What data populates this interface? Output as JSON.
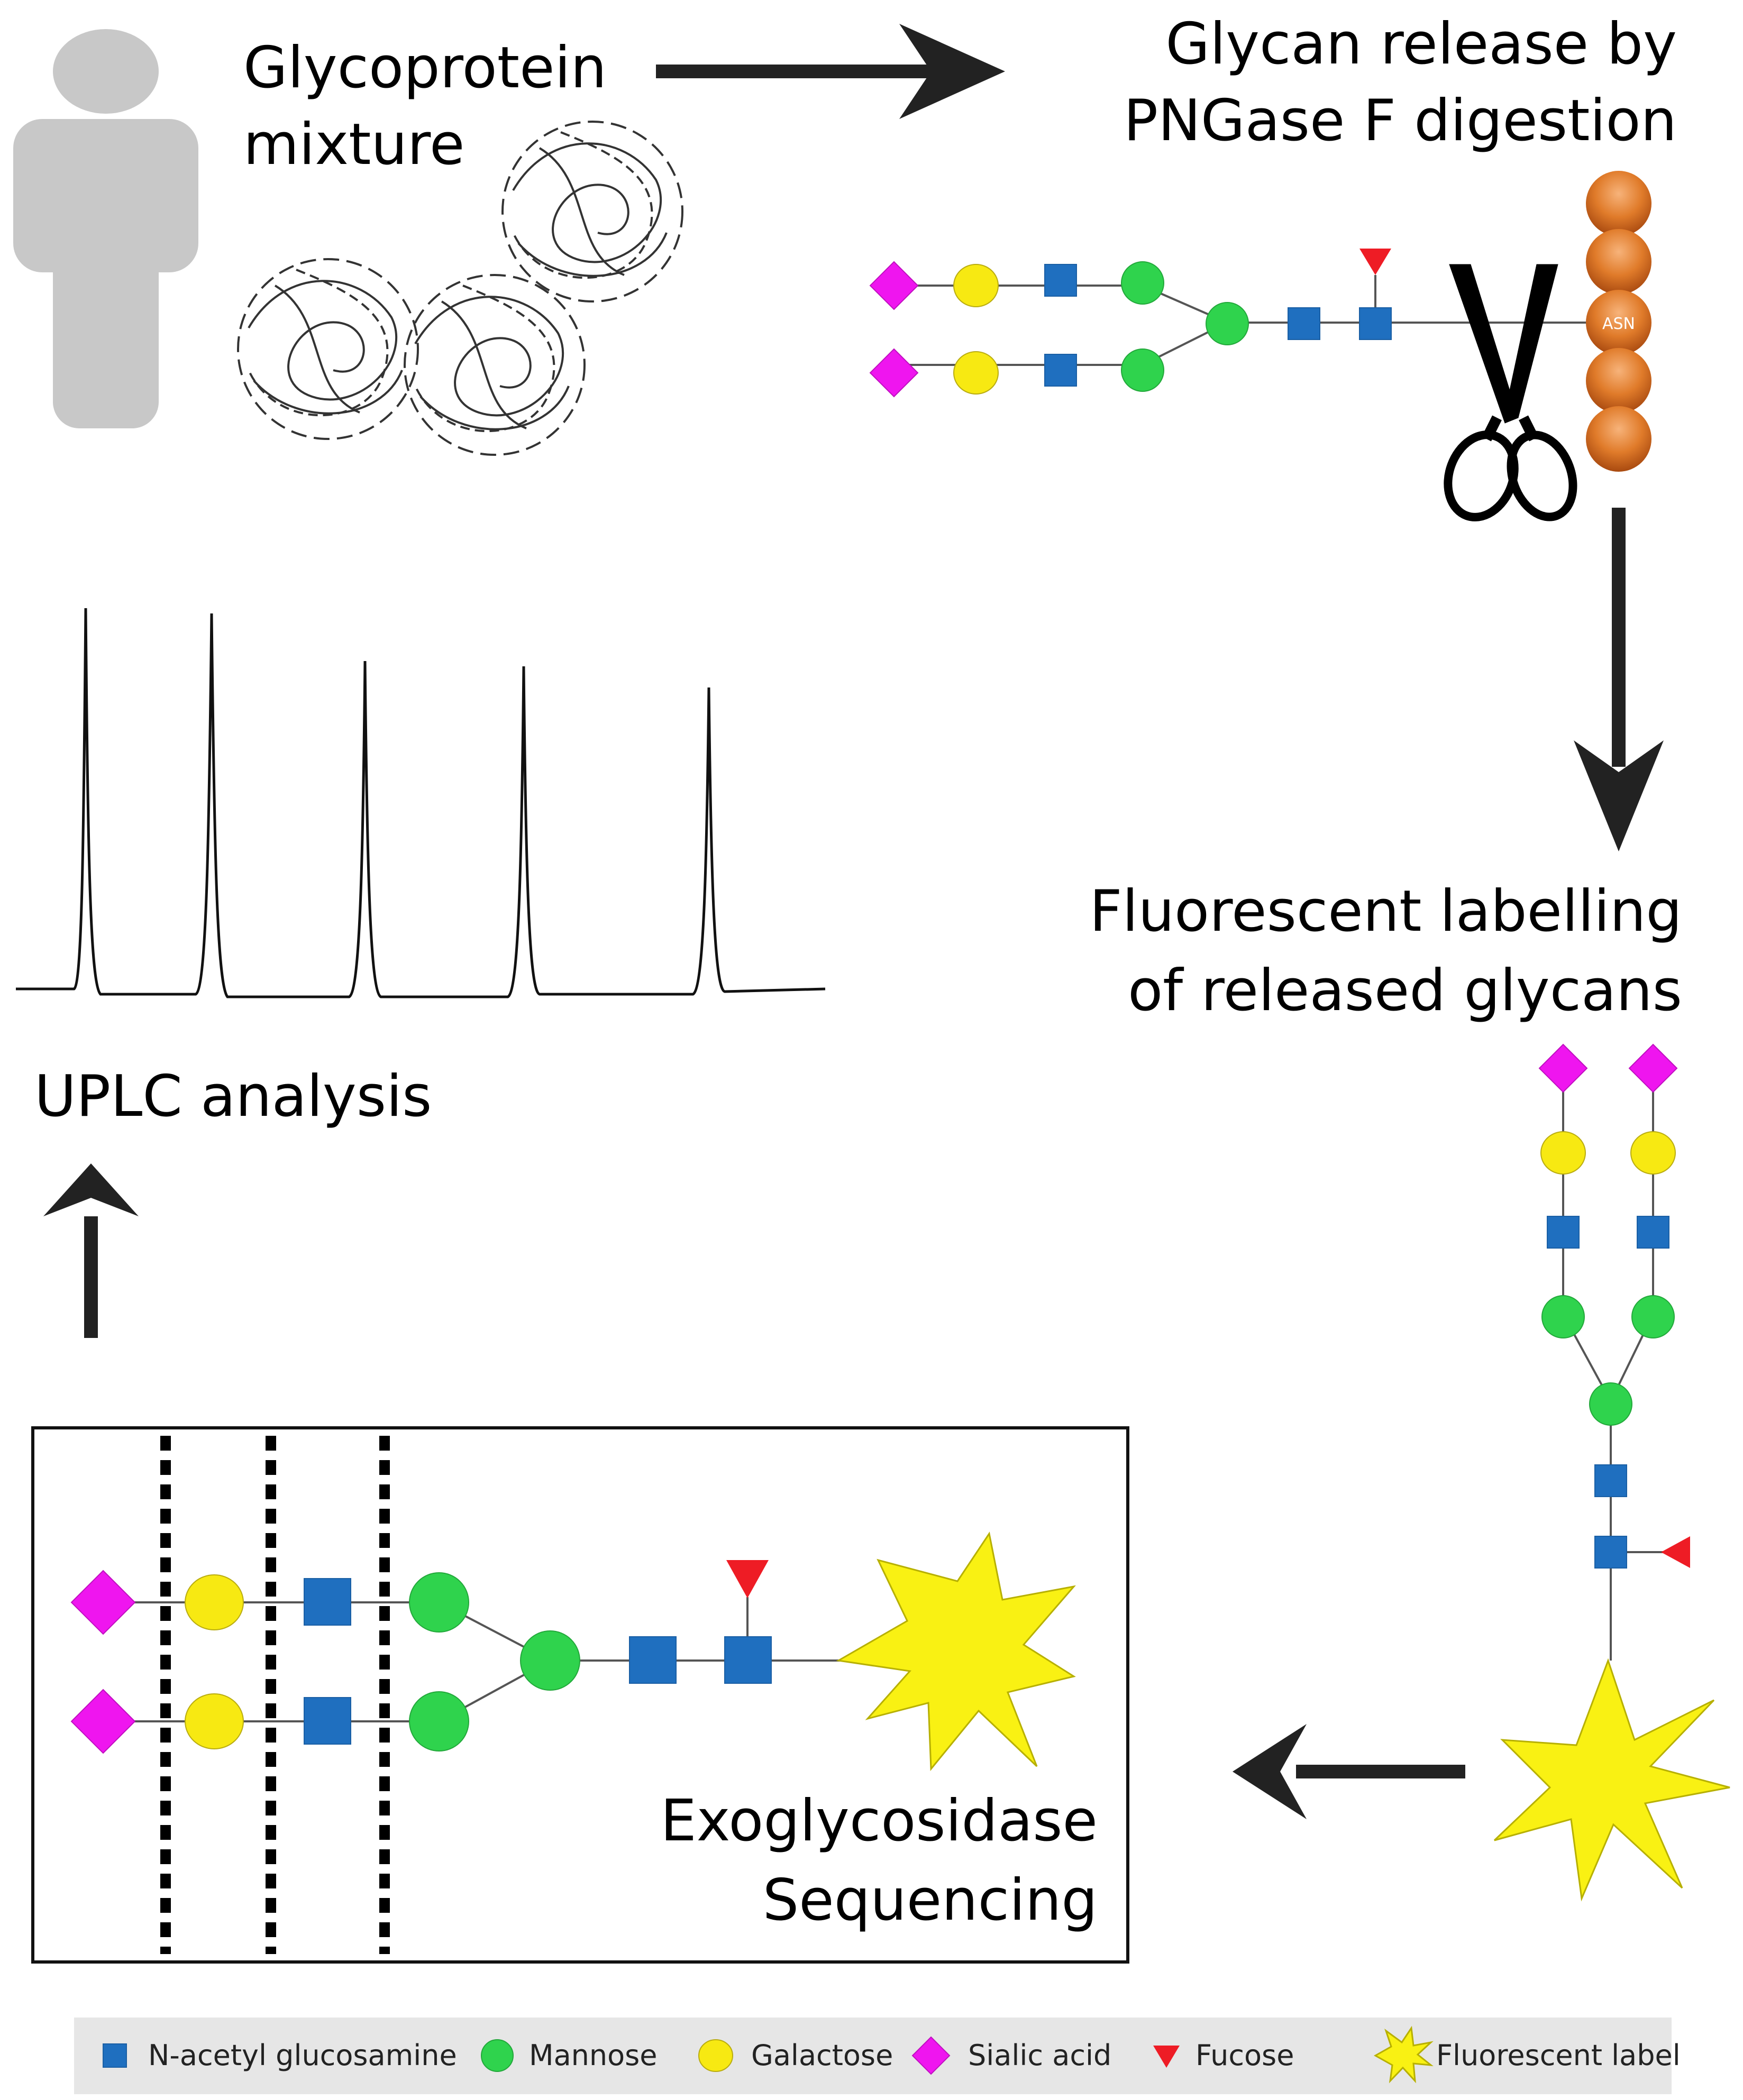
{
  "steps": {
    "glycoprotein_line1": "Glycoprotein",
    "glycoprotein_line2": "mixture",
    "release_line1": "Glycan release by",
    "release_line2": "PNGase F digestion",
    "labelling_line1": "Fluorescent labelling",
    "labelling_line2": "of released glycans",
    "sequencing_line1": "Exoglycosidase",
    "sequencing_line2": "Sequencing",
    "uplc": "UPLC analysis"
  },
  "protein": {
    "residue_label": "ASN"
  },
  "legend": [
    {
      "symbol": "blue-square",
      "label": "N-acetyl glucosamine"
    },
    {
      "symbol": "green-circle",
      "label": "Mannose"
    },
    {
      "symbol": "yellow-circle",
      "label": "Galactose"
    },
    {
      "symbol": "magenta-diamond",
      "label": "Sialic acid"
    },
    {
      "symbol": "red-triangle",
      "label": "Fucose"
    },
    {
      "symbol": "yellow-star",
      "label": "Fluorescent label"
    }
  ],
  "colors": {
    "n_acetyl_glucosamine": "#1f6fbf",
    "mannose": "#2fd34d",
    "galactose": "#f7e912",
    "sialic_acid": "#ef15ef",
    "fucose": "#ee1c25",
    "fluorescent_label": "#f9f113",
    "asn_bead": "#e07b2a",
    "person": "#c8c8c8"
  },
  "chromatogram": {
    "peak_count": 5
  }
}
